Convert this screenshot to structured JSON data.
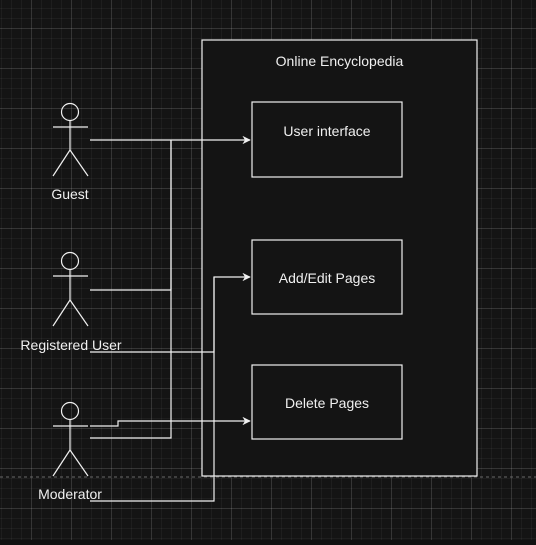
{
  "diagram": {
    "system_title": "Online Encyclopedia",
    "actors": {
      "guest": "Guest",
      "registered_user": "Registered User",
      "moderator": "Moderator"
    },
    "use_cases": {
      "user_interface": "User interface",
      "add_edit_pages": "Add/Edit Pages",
      "delete_pages": "Delete Pages"
    },
    "colors": {
      "background": "#141414",
      "stroke": "#f0f0f0",
      "box_fill": "#141414"
    }
  }
}
